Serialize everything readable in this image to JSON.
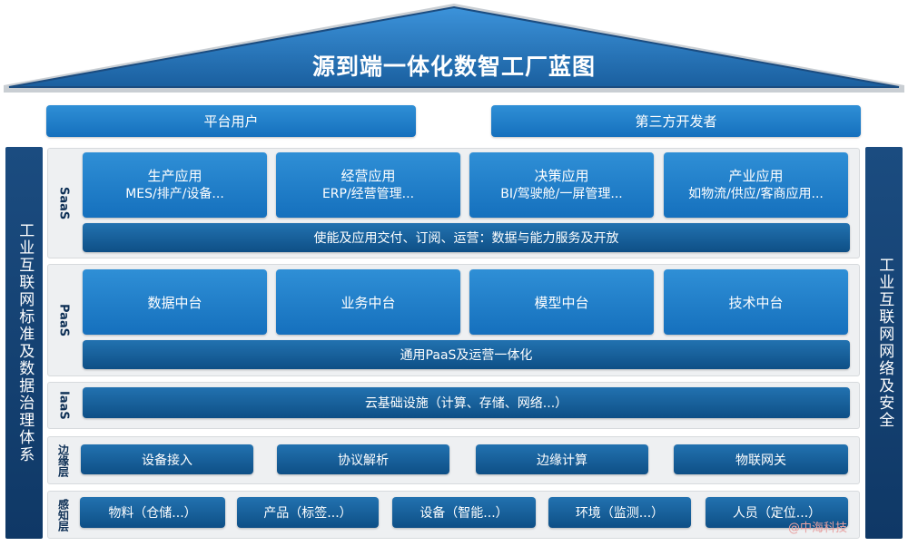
{
  "title": "源到端一体化数智工厂蓝图",
  "users": {
    "left": "平台用户",
    "right": "第三方开发者"
  },
  "side": {
    "left": "工业互联网标准及数据治理体系",
    "right": "工业互联网网络及安全"
  },
  "layers": {
    "saas": {
      "label": "SaaS",
      "cards": [
        {
          "title": "生产应用",
          "sub": "MES/排产/设备..."
        },
        {
          "title": "经营应用",
          "sub": "ERP/经营管理..."
        },
        {
          "title": "决策应用",
          "sub": "BI/驾驶舱/一屏管理..."
        },
        {
          "title": "产业应用",
          "sub": "如物流/供应/客商应用..."
        }
      ],
      "bar": "使能及应用交付、订阅、运营：数据与能力服务及开放"
    },
    "paas": {
      "label": "PaaS",
      "cards": [
        "数据中台",
        "业务中台",
        "模型中台",
        "技术中台"
      ],
      "bar": "通用PaaS及运营一体化"
    },
    "iaas": {
      "label": "IaaS",
      "bar": "云基础设施（计算、存储、网络...）"
    },
    "edge": {
      "label": "边缘层",
      "items": [
        "设备接入",
        "协议解析",
        "边缘计算",
        "物联网关"
      ]
    },
    "sense": {
      "label": "感知层",
      "items": [
        "物料（仓储...）",
        "产品（标签...）",
        "设备（智能...）",
        "环境（监测...）",
        "人员（定位...）"
      ]
    }
  },
  "watermark": "@中海科技",
  "colors": {
    "roof_dark": "#1f4f83",
    "roof_light": "#2e86d0",
    "box_light": "#1f7fcc",
    "box_dark": "#13588f",
    "side": "#163f6e",
    "panel": "#eef0f2"
  }
}
